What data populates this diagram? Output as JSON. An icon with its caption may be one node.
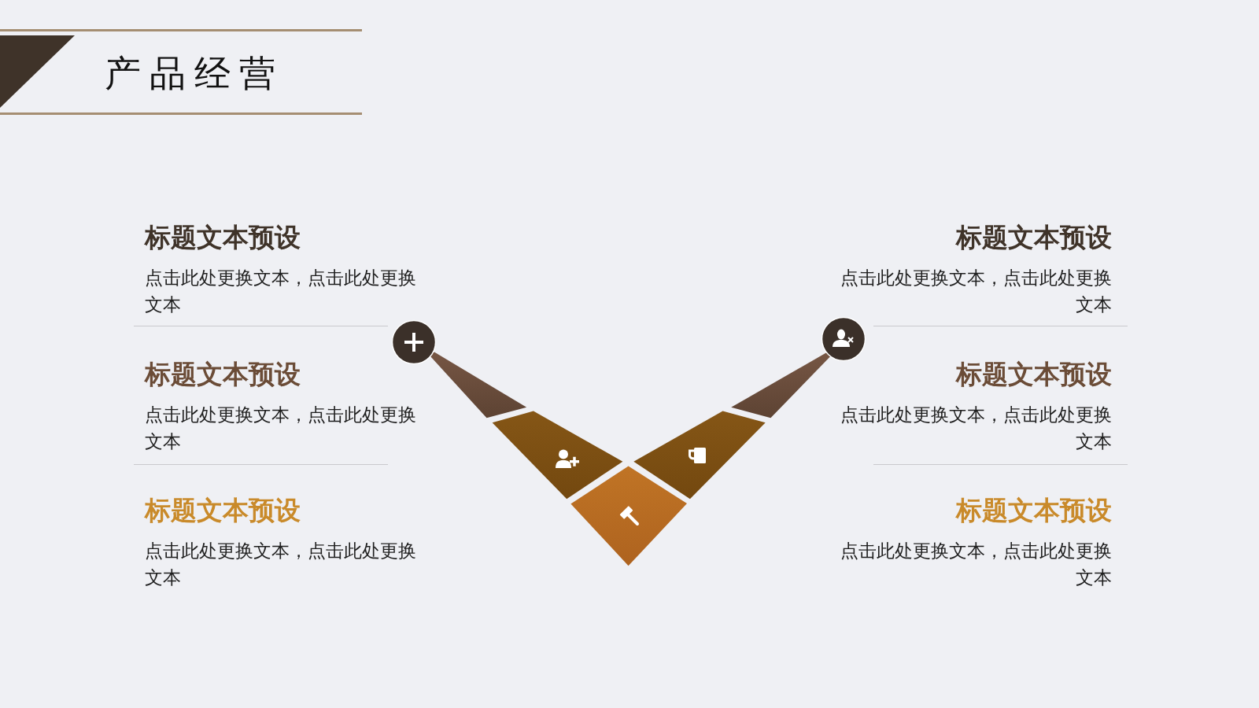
{
  "diagram": {
    "title": "产品经营",
    "labels": [
      "标题文本预设",
      "点击此处更换文本，点击此处更换文本",
      "标题文本预设",
      "点击此处更换文本，点击此处更换文本",
      "标题文本预设",
      "点击此处更换文本，点击此处更换文本",
      "标题文本预设",
      "点击此处更换文本，点击此处更换文本",
      "标题文本预设",
      "点击此处更换文本，点击此处更换文本",
      "标题文本预设",
      "点击此处更换文本，点击此处更换文本"
    ]
  }
}
